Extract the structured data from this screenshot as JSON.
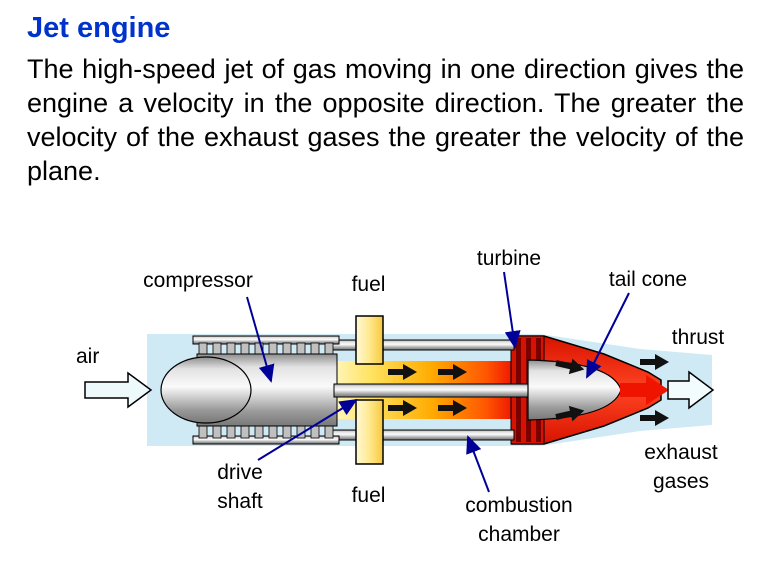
{
  "title": "Jet engine",
  "paragraph": "The high-speed jet of gas moving in one direction gives the engine a velocity in the opposite direction.  The greater the velocity of the exhaust gases the greater the velocity of the plane.",
  "diagram": {
    "labels": {
      "air": "air",
      "compressor": "compressor",
      "fuel_top": "fuel",
      "turbine": "turbine",
      "tail_cone": "tail cone",
      "thrust": "thrust",
      "drive_shaft": "drive\nshaft",
      "fuel_bottom": "fuel",
      "combustion_chamber": "combustion\nchamber",
      "exhaust_gases": "exhaust\ngases"
    },
    "colors": {
      "title_blue": "#0033cc",
      "pointer_blue": "#000099",
      "air_blue": "#cfeaf4",
      "metal_gray": "#b8b8b8",
      "fuel_yellow": "#ffe98e",
      "flame_orange": "#ffaa00",
      "exhaust_red": "#ee1400"
    }
  }
}
